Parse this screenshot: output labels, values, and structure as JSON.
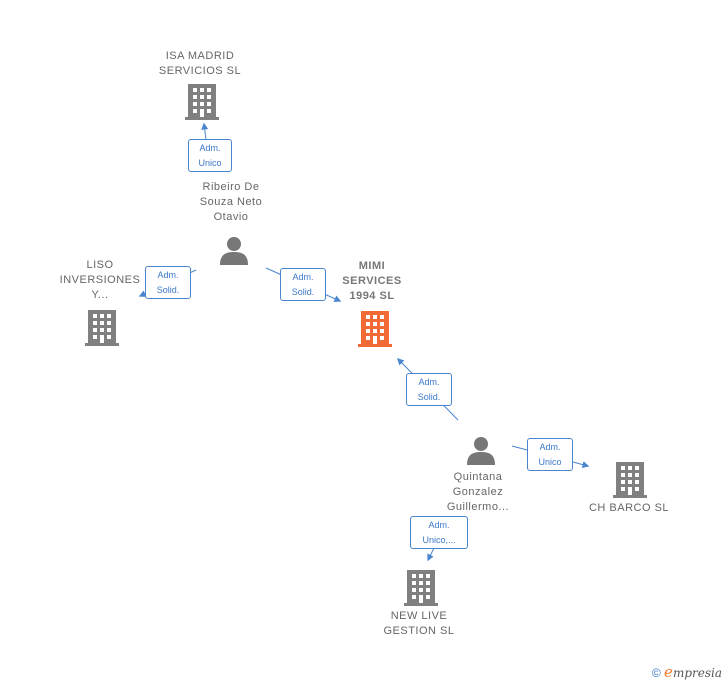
{
  "colors": {
    "edge": "#4a86d0",
    "company": "#808080",
    "company_focus": "#f26a36",
    "person": "#777777"
  },
  "nodes": {
    "isa_madrid": {
      "label": "ISA MADRID\nSERVICIOS  SL"
    },
    "ribeiro": {
      "label": "Ribeiro De\nSouza Neto\nOtavio"
    },
    "liso": {
      "label": "LISO\nINVERSIONES\nY..."
    },
    "mimi": {
      "label": "MIMI\nSERVICES\n1994  SL"
    },
    "quintana": {
      "label": "Quintana\nGonzalez\nGuillermo..."
    },
    "ch_barco": {
      "label": "CH BARCO  SL"
    },
    "new_live": {
      "label": "NEW LIVE\nGESTION  SL"
    }
  },
  "edges": {
    "ribeiro_isa": {
      "label": "Adm.\nUnico"
    },
    "ribeiro_liso": {
      "label": "Adm.\nSolid."
    },
    "ribeiro_mimi": {
      "label": "Adm.\nSolid."
    },
    "quintana_mimi": {
      "label": "Adm.\nSolid."
    },
    "quintana_chbarco": {
      "label": "Adm.\nUnico"
    },
    "quintana_newlive": {
      "label": "Adm.\nUnico,..."
    }
  },
  "footer": {
    "copyright_symbol": "©",
    "brand_initial": "e",
    "brand_rest": "mpresia"
  }
}
